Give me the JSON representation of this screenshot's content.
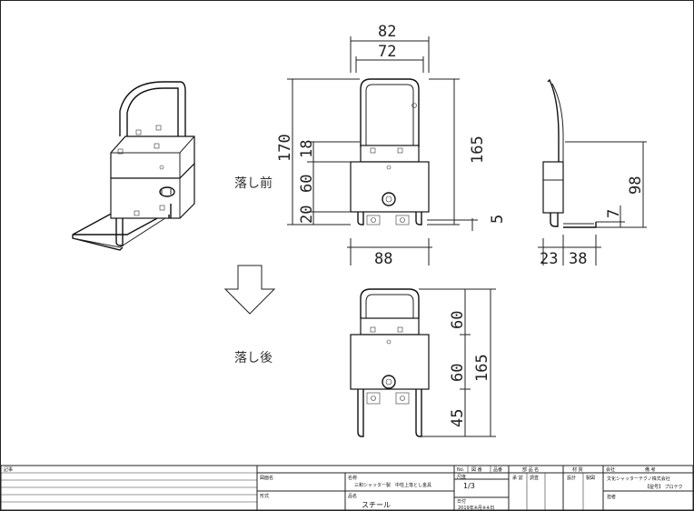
{
  "views": {
    "before_label": "落し前",
    "after_label": "落し後"
  },
  "dims": {
    "front_before": {
      "w_outer": "82",
      "w_inner": "72",
      "h_total": "170",
      "h_18": "18",
      "h_60": "60",
      "h_20": "20",
      "h_165": "165",
      "h_5": "5",
      "w_88": "88"
    },
    "side": {
      "h_98": "98",
      "h_7": "7",
      "w_23": "23",
      "w_38": "38"
    },
    "front_after": {
      "h_60a": "60",
      "h_60b": "60",
      "h_45": "45",
      "h_165": "165"
    }
  },
  "title_block": {
    "kiji_label": "記事",
    "kanrisha_label": "図面名",
    "keishiki_label": "形式",
    "name_label": "名称",
    "name_value": "三和シャッター製　中柱上落とし金具",
    "material_label": "品名",
    "material_value": "スチール",
    "no_label": "No.",
    "zuban_label": "図 番",
    "hinban_label": "品番",
    "scale_label": "尺度",
    "scale_value": "1/3",
    "date_label": "日付",
    "date_value": "2019年※月※※日",
    "buhin_label": "部 品 名",
    "zairyo_label": "材 質",
    "kaisha_label": "会社",
    "biko_label": "備 考",
    "col_kessai": "承 認",
    "col_chosa": "調査",
    "col_sekkei": "設計",
    "col_seizu": "製図",
    "company": "文化シャッターテクノ株式会社",
    "company_sub": "【屋号】 プロテク",
    "tanto_label": "担者"
  }
}
